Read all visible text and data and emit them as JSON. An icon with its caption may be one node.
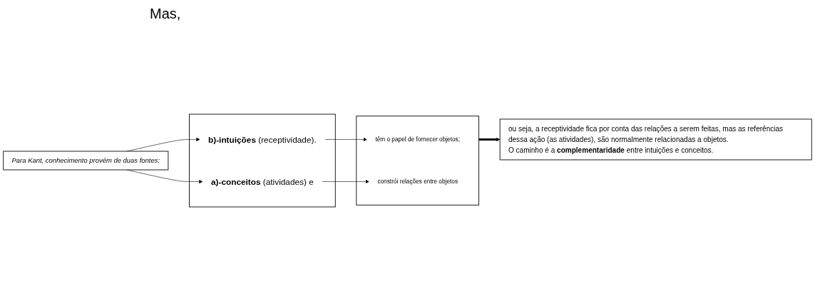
{
  "diagram": {
    "nodes": [
      {
        "text": [
          "Para Kant, conhecimento provém de duas fontes:"
        ]
      },
      {
        "text": [],
        "shape": "box"
      },
      {
        "text": [
          "**a)-conceitos** (atividades) e"
        ],
        "in": 1
      },
      {
        "text": [
          "**b)-intuições** (receptividade)."
        ],
        "in": 1
      },
      {
        "text": [],
        "shape": "box"
      },
      {
        "text": [
          "têm o papel de fornecer objetos;"
        ],
        "in": 4
      },
      {
        "text": [
          "constrói relações entre objetos"
        ],
        "in": 4
      },
      {
        "text": [
          "ou seja, a receptividade fica por conta das relações a serem feitas, mas as referências dessa ação (as atividades), são normalmente relacionadas a objetos.",
          "O caminho é a **complementaridade** entre intuições e conceitos."
        ]
      }
    ],
    "edges": [
      {
        "from": 0,
        "to": 2,
        "arrow": "to"
      },
      {
        "from": 0,
        "to": 3,
        "arrow": "to"
      },
      {
        "from": 2,
        "to": 6,
        "arrow": "to"
      },
      {
        "from": 3,
        "to": 5,
        "arrow": "to"
      },
      {
        "from": 4,
        "to": 7,
        "arrow": "to",
        "style": "thick"
      }
    ],
    "labels": [
      "Mas,"
    ]
  }
}
